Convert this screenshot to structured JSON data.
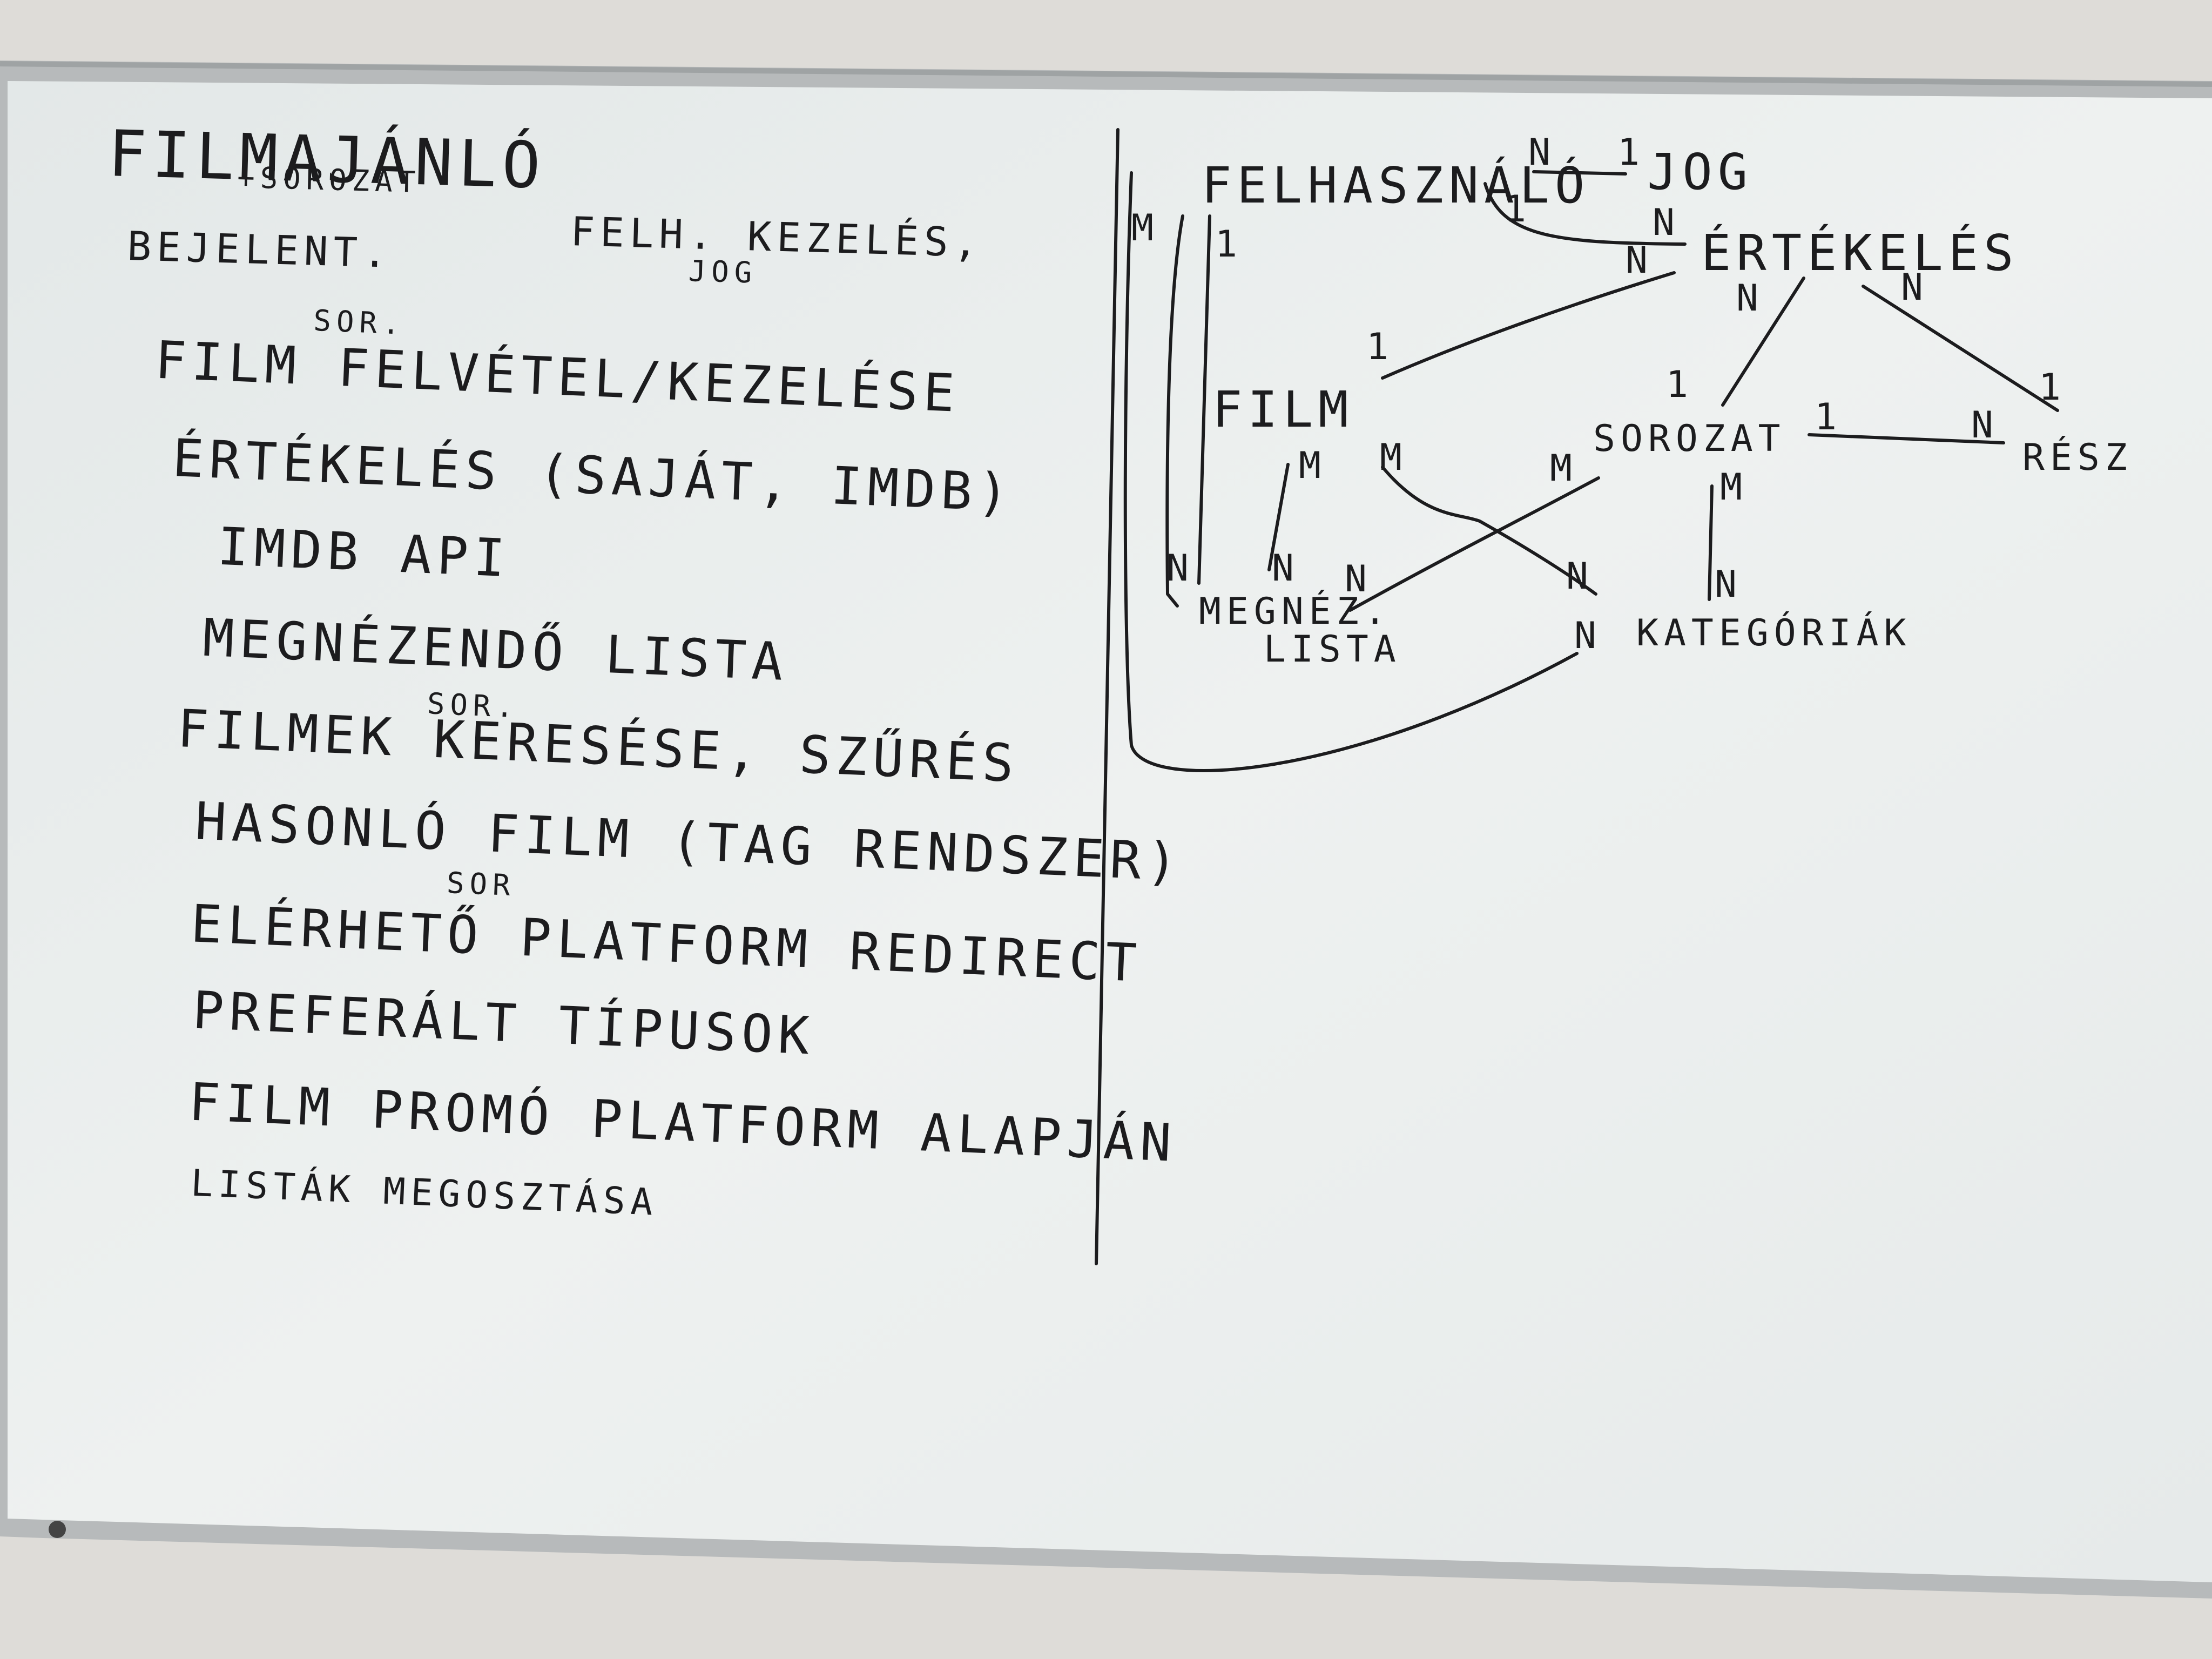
{
  "notes": {
    "title": "FILMAJÁNLÓ",
    "title_sub": "+SOROZAT",
    "row1_left": "BEJELENT.",
    "row1_right": "FELH. KEZELÉS,",
    "row1_right_sub": "JOG",
    "items": [
      {
        "sup": "SOR.",
        "text": "FILM FELVÉTEL/KEZELÉSE"
      },
      {
        "sup": "",
        "text": "ÉRTÉKELÉS  (SAJÁT, IMDB)"
      },
      {
        "sup": "",
        "text": "IMDB API"
      },
      {
        "sup": "",
        "text": "MEGNÉZENDŐ LISTA"
      },
      {
        "sup": "SOR.",
        "text": "FILMEK KERESÉSE, SZŰRÉS"
      },
      {
        "sup": "SOR",
        "text": "HASONLÓ FILM (TAG RENDSZER)"
      },
      {
        "sup": "",
        "text": "ELÉRHETŐ PLATFORM REDIRECT"
      },
      {
        "sup": "",
        "text": "PREFERÁLT TÍPUSOK"
      },
      {
        "sup": "",
        "text": "FILM PROMÓ PLATFORM ALAPJÁN"
      },
      {
        "sup": "",
        "text": "LISTÁK MEGOSZTÁSA"
      }
    ]
  },
  "er_diagram": {
    "entities": {
      "felhasznalo": "FELHASZNÁLÓ",
      "jog": "JOG",
      "ertekeles": "ÉRTÉKELÉS",
      "film": "FILM",
      "sorozat": "SOROZAT",
      "resz": "RÉSZ",
      "megnezendo": "MEGNÉZ.",
      "megnezendo_sub": "LISTA",
      "kategoriak": "KATEGÓRIÁK"
    },
    "cardinalities": {
      "felh_jog_left": "N",
      "felh_jog_right": "1",
      "felh_ert_left": "1",
      "felh_ert_right": "N",
      "felh_megn_top": "M",
      "felh_megn_bottom": "N",
      "felh_film_top": "1",
      "ert_film_right": "N",
      "ert_film_left": "1",
      "ert_sor_top": "N",
      "ert_sor_bottom": "1",
      "ert_resz_top": "N",
      "ert_resz_bottom": "1",
      "sor_resz_left": "1",
      "sor_resz_right": "N",
      "film_megn_top": "M",
      "film_megn_bottom": "N",
      "film_kat_top": "M",
      "film_kat_bottom": "N",
      "sor_megn_top": "M",
      "sor_megn_bottom": "N",
      "sor_kat_top": "M",
      "sor_kat_bottom": "N",
      "felh_kat_end": "N"
    }
  },
  "colors": {
    "board": "#e7ecec",
    "frame": "#b9bcbd",
    "wall": "#dcdad6",
    "ink": "#1c1c1e"
  }
}
